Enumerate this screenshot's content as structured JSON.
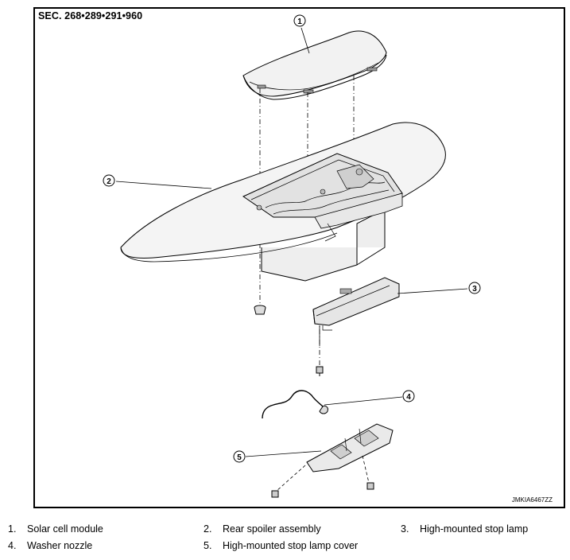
{
  "figure": {
    "section_label": "SEC. 268•289•291•960",
    "figure_code": "JMKIA6467ZZ",
    "callouts": [
      "1",
      "2",
      "3",
      "4",
      "5"
    ]
  },
  "legend": [
    {
      "num": "1.",
      "text": "Solar cell module"
    },
    {
      "num": "2.",
      "text": "Rear spoiler assembly"
    },
    {
      "num": "3.",
      "text": "High-mounted stop lamp"
    },
    {
      "num": "4.",
      "text": "Washer nozzle"
    },
    {
      "num": "5.",
      "text": "High-mounted stop lamp cover"
    }
  ]
}
